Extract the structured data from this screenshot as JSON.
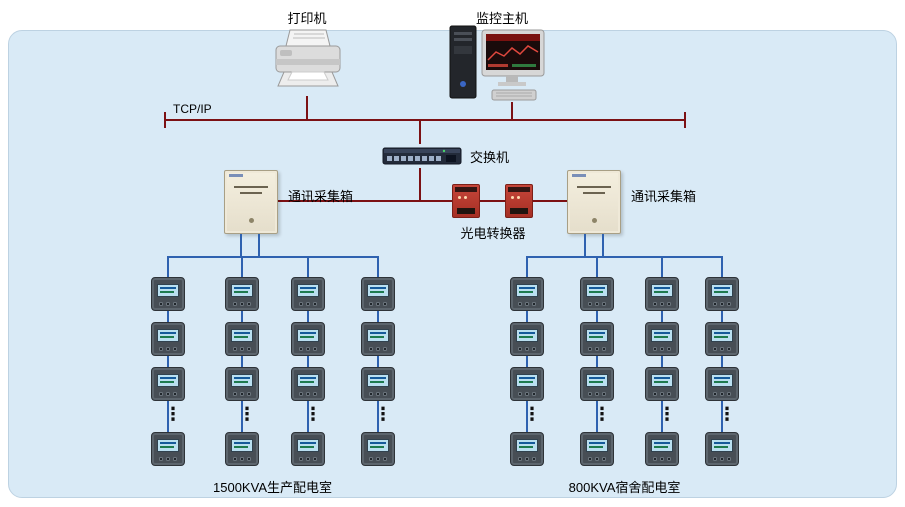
{
  "labels": {
    "printer": "打印机",
    "monitor_host": "监控主机",
    "tcpip": "TCP/IP",
    "switch": "交换机",
    "collector_left": "通讯采集箱",
    "collector_right": "通讯采集箱",
    "optical_converter": "光电转换器"
  },
  "colors": {
    "panel_bg": "#d9eaf6",
    "network_line": "#7c1114",
    "meter_line": "#2f62b0"
  },
  "diagram": {
    "continuation": "⋮",
    "groups": [
      {
        "name": "left",
        "caption": "1500KVA生产配电室",
        "columns": 4,
        "visible_meters_per_column": 4
      },
      {
        "name": "right",
        "caption": "800KVA宿舍配电室",
        "columns": 4,
        "visible_meters_per_column": 4
      }
    ]
  }
}
